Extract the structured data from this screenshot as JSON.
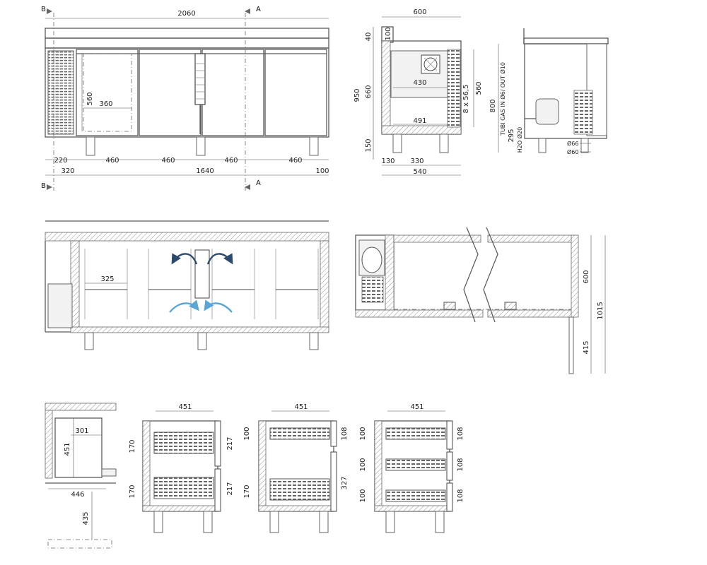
{
  "section_labels": {
    "b_top": "B",
    "a_top": "A",
    "b_bottom": "B",
    "a_bottom": "A"
  },
  "front_view": {
    "overall_width": "2060",
    "height_560": "560",
    "door_width_360": "360",
    "d220": "220",
    "d460a": "460",
    "d460b": "460",
    "d460c": "460",
    "d460d": "460",
    "d320": "320",
    "d1640": "1640",
    "d100": "100"
  },
  "side_view": {
    "depth_600": "600",
    "h40": "40",
    "h100": "100",
    "h950": "950",
    "h660": "660",
    "h150": "150",
    "d430": "430",
    "d491": "491",
    "pitch": "8 x 56,5",
    "d560": "560",
    "d130": "130",
    "d330": "330",
    "d540": "540"
  },
  "connection_view": {
    "gas_line1": "TUBI GAS IN Ø6/ OUT Ø10",
    "h800": "800",
    "h295": "295",
    "water": "H2O Ø20",
    "d66": "Ø66",
    "d60": "Ø60"
  },
  "plan_view": {
    "d325": "325"
  },
  "section_view": {
    "h600": "600",
    "h1015": "1015",
    "h415": "415"
  },
  "drawer_views": {
    "inner": {
      "w301": "301",
      "h451": "451",
      "w446": "446",
      "h435": "435"
    },
    "two_drawers": {
      "w451": "451",
      "h170a": "170",
      "h170b": "170",
      "h217a": "217",
      "h217b": "217"
    },
    "mixed": {
      "w451": "451",
      "h100": "100",
      "h108": "108",
      "h170": "170",
      "h327": "327"
    },
    "three_drawers": {
      "w451": "451",
      "h100a": "100",
      "h100b": "100",
      "h100c": "100",
      "h108a": "108",
      "h108b": "108",
      "h108c": "108"
    }
  },
  "colors": {
    "line": "#5a5a5a",
    "arrow_dark": "#2c4a6e",
    "arrow_light": "#5aa7d6"
  }
}
